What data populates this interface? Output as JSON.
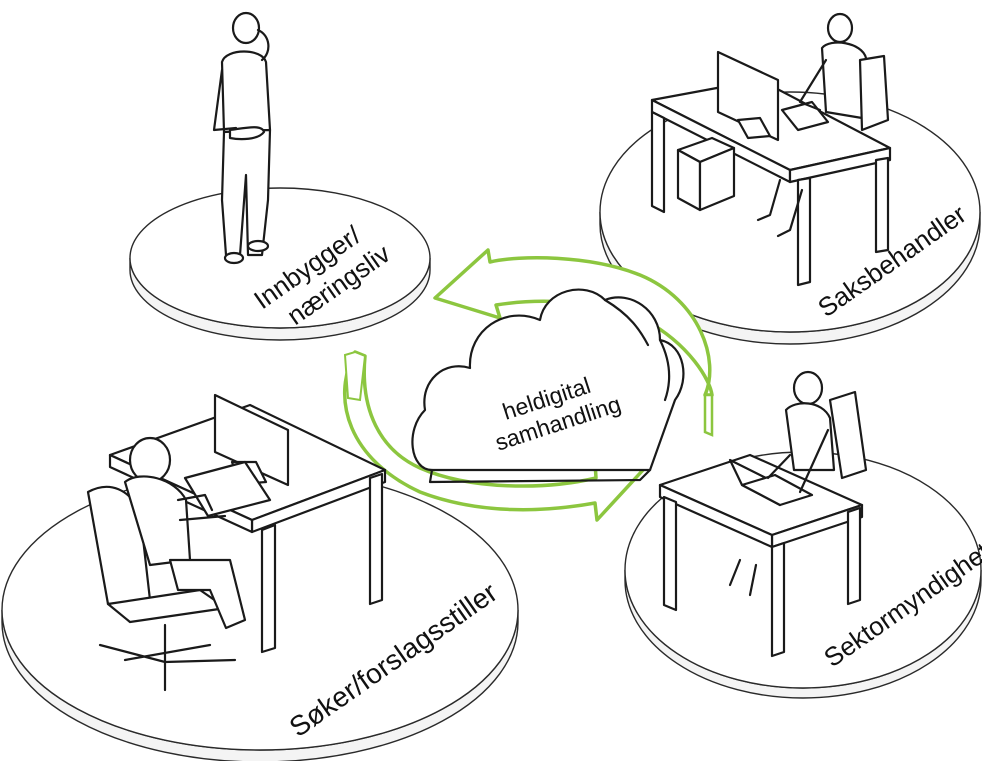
{
  "diagram": {
    "center": {
      "line1": "heldigital",
      "line2": "samhandling"
    },
    "roles": {
      "innbygger": {
        "line1": "Innbygger/",
        "line2": "næringsliv"
      },
      "saksbehandler": {
        "label": "Saksbehandler"
      },
      "soker": {
        "label": "Søker/forslagsstiller"
      },
      "sektor": {
        "label": "Sektormyndighet"
      }
    },
    "colors": {
      "arrow": "#8cc63f",
      "arrow_dark": "#5a9a1f",
      "line": "#1a1a1a"
    }
  }
}
